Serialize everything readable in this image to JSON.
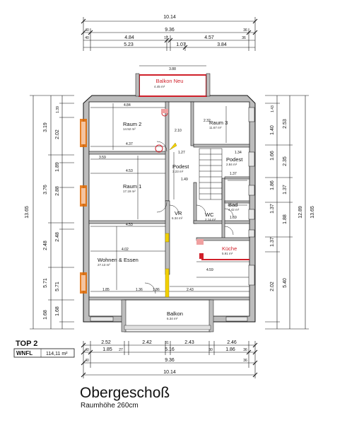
{
  "top_dims": {
    "overall": "10.14",
    "row2": [
      "40",
      "9.36",
      "36"
    ],
    "row3": [
      "40",
      "4.84",
      "17",
      "4.57",
      "36"
    ],
    "row4": [
      "5.23",
      "1.07",
      "3.84"
    ]
  },
  "bottom_dims": {
    "row1": [
      "2.52",
      "2.42",
      "31",
      "2.43",
      "2.46"
    ],
    "row2": [
      "40",
      "1.85",
      "27",
      "5.16",
      "30",
      "1.86",
      "36"
    ],
    "row3": [
      "40",
      "9.36",
      "36"
    ],
    "overall": "10.14"
  },
  "left_dims": {
    "overall": "13.65",
    "outer": [
      "3.19",
      "3.76",
      "2.48",
      "5.71",
      "1.68"
    ],
    "inner": [
      "1.39",
      "40",
      "2.02",
      "10",
      "1.89",
      "12",
      "2.88",
      "12",
      "2.48",
      "12",
      "5.71",
      "12",
      "1.68",
      "37"
    ]
  },
  "right_dims": {
    "overall": "13.65",
    "outer": [
      "2.53",
      "2.35",
      "1.37",
      "1.88",
      "5.40",
      "12.89"
    ],
    "inner": [
      "1.43",
      "40",
      "1.40",
      "12",
      "1.66",
      "12",
      "1.86",
      "98",
      "1.37",
      "12",
      "1.37",
      "12",
      "2.02",
      "36"
    ]
  },
  "rooms": [
    {
      "name": "Raum 2",
      "area": "14.52 m²"
    },
    {
      "name": "Raum 3",
      "area": "11.67 m²"
    },
    {
      "name": "Podest",
      "area": "3.23 m²"
    },
    {
      "name": "Podest",
      "area": "2.84 m²"
    },
    {
      "name": "Raum 1",
      "area": "17.19 m²"
    },
    {
      "name": "VR",
      "area": "6.34 m²"
    },
    {
      "name": "WC",
      "area": "2.14 m²"
    },
    {
      "name": "Bad",
      "area": "4.42 m²"
    },
    {
      "name": "Küche",
      "area": "5.91 m²"
    },
    {
      "name": "Wohnen & Essen",
      "area": "27.13 m²"
    },
    {
      "name": "Balkon",
      "area": "6.34 m²"
    }
  ],
  "balcony_new": {
    "name": "Balkon Neu",
    "area": "4.45 m²",
    "width": "3.88"
  },
  "interior_dims": [
    "4.84",
    "4.37",
    "3.59",
    "4.53",
    "4.53",
    "4.02",
    "4.59",
    "1.85",
    "1.36",
    "1.86",
    "2.43",
    "1.34",
    "1.27",
    "2.32",
    "1.49",
    "1.37",
    "2.10",
    "1.69"
  ],
  "top_label": "TOP 2",
  "wnfl_label": "WNFL",
  "wnfl_value": "114,11 m²",
  "title": "Obergeschoß",
  "subtitle": "Raumhöhe 260cm"
}
